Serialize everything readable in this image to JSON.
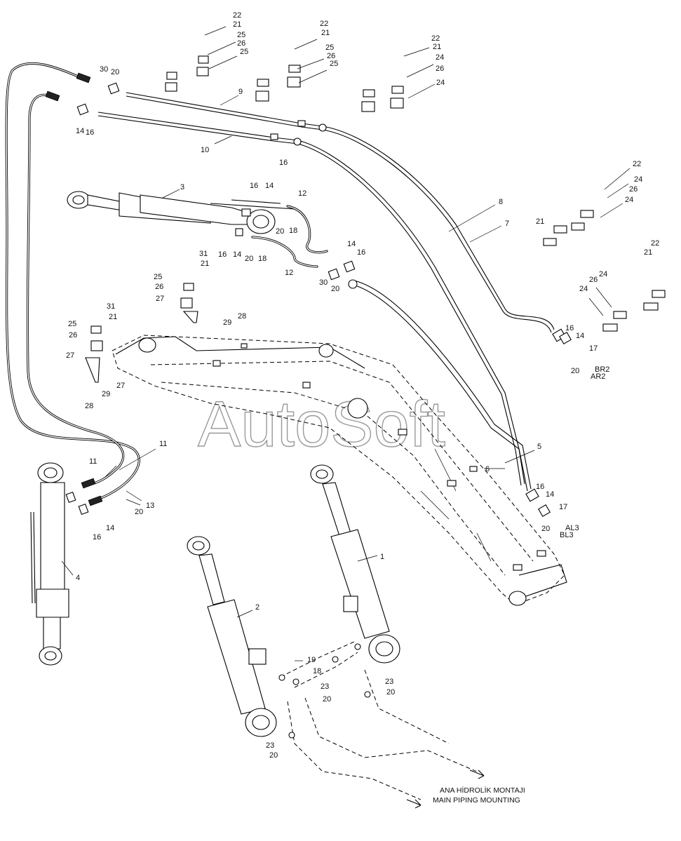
{
  "watermark": "AutoSoft",
  "caption": {
    "line1": "ANA HİDROLİK MONTAJI",
    "line2": "MAIN PIPING MOUNTING"
  },
  "callouts": [
    {
      "id": "c-22a",
      "text": "22"
    },
    {
      "id": "c-21a",
      "text": "21"
    },
    {
      "id": "c-25a",
      "text": "25"
    },
    {
      "id": "c-26a",
      "text": "26"
    },
    {
      "id": "c-25b",
      "text": "25"
    },
    {
      "id": "c-22b",
      "text": "22"
    },
    {
      "id": "c-21b",
      "text": "21"
    },
    {
      "id": "c-25c",
      "text": "25"
    },
    {
      "id": "c-26b",
      "text": "26"
    },
    {
      "id": "c-25d",
      "text": "25"
    },
    {
      "id": "c-22c",
      "text": "22"
    },
    {
      "id": "c-21c",
      "text": "21"
    },
    {
      "id": "c-24a",
      "text": "24"
    },
    {
      "id": "c-26c",
      "text": "26"
    },
    {
      "id": "c-24b",
      "text": "24"
    },
    {
      "id": "c-30a",
      "text": "30"
    },
    {
      "id": "c-20a",
      "text": "20"
    },
    {
      "id": "c-9",
      "text": "9"
    },
    {
      "id": "c-14a",
      "text": "14"
    },
    {
      "id": "c-16a",
      "text": "16"
    },
    {
      "id": "c-10",
      "text": "10"
    },
    {
      "id": "c-16b",
      "text": "16"
    },
    {
      "id": "c-22d",
      "text": "22"
    },
    {
      "id": "c-24c",
      "text": "24"
    },
    {
      "id": "c-26d",
      "text": "26"
    },
    {
      "id": "c-24d",
      "text": "24"
    },
    {
      "id": "c-21d",
      "text": "21"
    },
    {
      "id": "c-3",
      "text": "3"
    },
    {
      "id": "c-16c",
      "text": "16"
    },
    {
      "id": "c-14b",
      "text": "14"
    },
    {
      "id": "c-12a",
      "text": "12"
    },
    {
      "id": "c-20b",
      "text": "20"
    },
    {
      "id": "c-18a",
      "text": "18"
    },
    {
      "id": "c-16d",
      "text": "16"
    },
    {
      "id": "c-14c",
      "text": "14"
    },
    {
      "id": "c-20c",
      "text": "20"
    },
    {
      "id": "c-18b",
      "text": "18"
    },
    {
      "id": "c-12b",
      "text": "12"
    },
    {
      "id": "c-8",
      "text": "8"
    },
    {
      "id": "c-7",
      "text": "7"
    },
    {
      "id": "c-22e",
      "text": "22"
    },
    {
      "id": "c-21e",
      "text": "21"
    },
    {
      "id": "c-24e",
      "text": "24"
    },
    {
      "id": "c-26e",
      "text": "26"
    },
    {
      "id": "c-24f",
      "text": "24"
    },
    {
      "id": "c-14d",
      "text": "14"
    },
    {
      "id": "c-16e",
      "text": "16"
    },
    {
      "id": "c-30b",
      "text": "30"
    },
    {
      "id": "c-20d",
      "text": "20"
    },
    {
      "id": "c-31a",
      "text": "31"
    },
    {
      "id": "c-21f",
      "text": "21"
    },
    {
      "id": "c-25e",
      "text": "25"
    },
    {
      "id": "c-26f",
      "text": "26"
    },
    {
      "id": "c-27a",
      "text": "27"
    },
    {
      "id": "c-28a",
      "text": "28"
    },
    {
      "id": "c-29a",
      "text": "29"
    },
    {
      "id": "c-31b",
      "text": "31"
    },
    {
      "id": "c-21g",
      "text": "21"
    },
    {
      "id": "c-25f",
      "text": "25"
    },
    {
      "id": "c-26g",
      "text": "26"
    },
    {
      "id": "c-27b",
      "text": "27"
    },
    {
      "id": "c-27c",
      "text": "27"
    },
    {
      "id": "c-29b",
      "text": "29"
    },
    {
      "id": "c-28b",
      "text": "28"
    },
    {
      "id": "c-16f",
      "text": "16"
    },
    {
      "id": "c-14e",
      "text": "14"
    },
    {
      "id": "c-17a",
      "text": "17"
    },
    {
      "id": "c-20e",
      "text": "20"
    },
    {
      "id": "c-BR2",
      "text": "BR2"
    },
    {
      "id": "c-AR2",
      "text": "AR2"
    },
    {
      "id": "c-5",
      "text": "5"
    },
    {
      "id": "c-6",
      "text": "6"
    },
    {
      "id": "c-16g",
      "text": "16"
    },
    {
      "id": "c-14f",
      "text": "14"
    },
    {
      "id": "c-17b",
      "text": "17"
    },
    {
      "id": "c-20f",
      "text": "20"
    },
    {
      "id": "c-AL3",
      "text": "AL3"
    },
    {
      "id": "c-BL3",
      "text": "BL3"
    },
    {
      "id": "c-11a",
      "text": "11"
    },
    {
      "id": "c-11b",
      "text": "11"
    },
    {
      "id": "c-13",
      "text": "13"
    },
    {
      "id": "c-20g",
      "text": "20"
    },
    {
      "id": "c-14g",
      "text": "14"
    },
    {
      "id": "c-16h",
      "text": "16"
    },
    {
      "id": "c-4",
      "text": "4"
    },
    {
      "id": "c-1",
      "text": "1"
    },
    {
      "id": "c-2",
      "text": "2"
    },
    {
      "id": "c-19",
      "text": "19"
    },
    {
      "id": "c-18c",
      "text": "18"
    },
    {
      "id": "c-23a",
      "text": "23"
    },
    {
      "id": "c-20h",
      "text": "20"
    },
    {
      "id": "c-23b",
      "text": "23"
    },
    {
      "id": "c-20i",
      "text": "20"
    },
    {
      "id": "c-23c",
      "text": "23"
    },
    {
      "id": "c-20j",
      "text": "20"
    }
  ]
}
